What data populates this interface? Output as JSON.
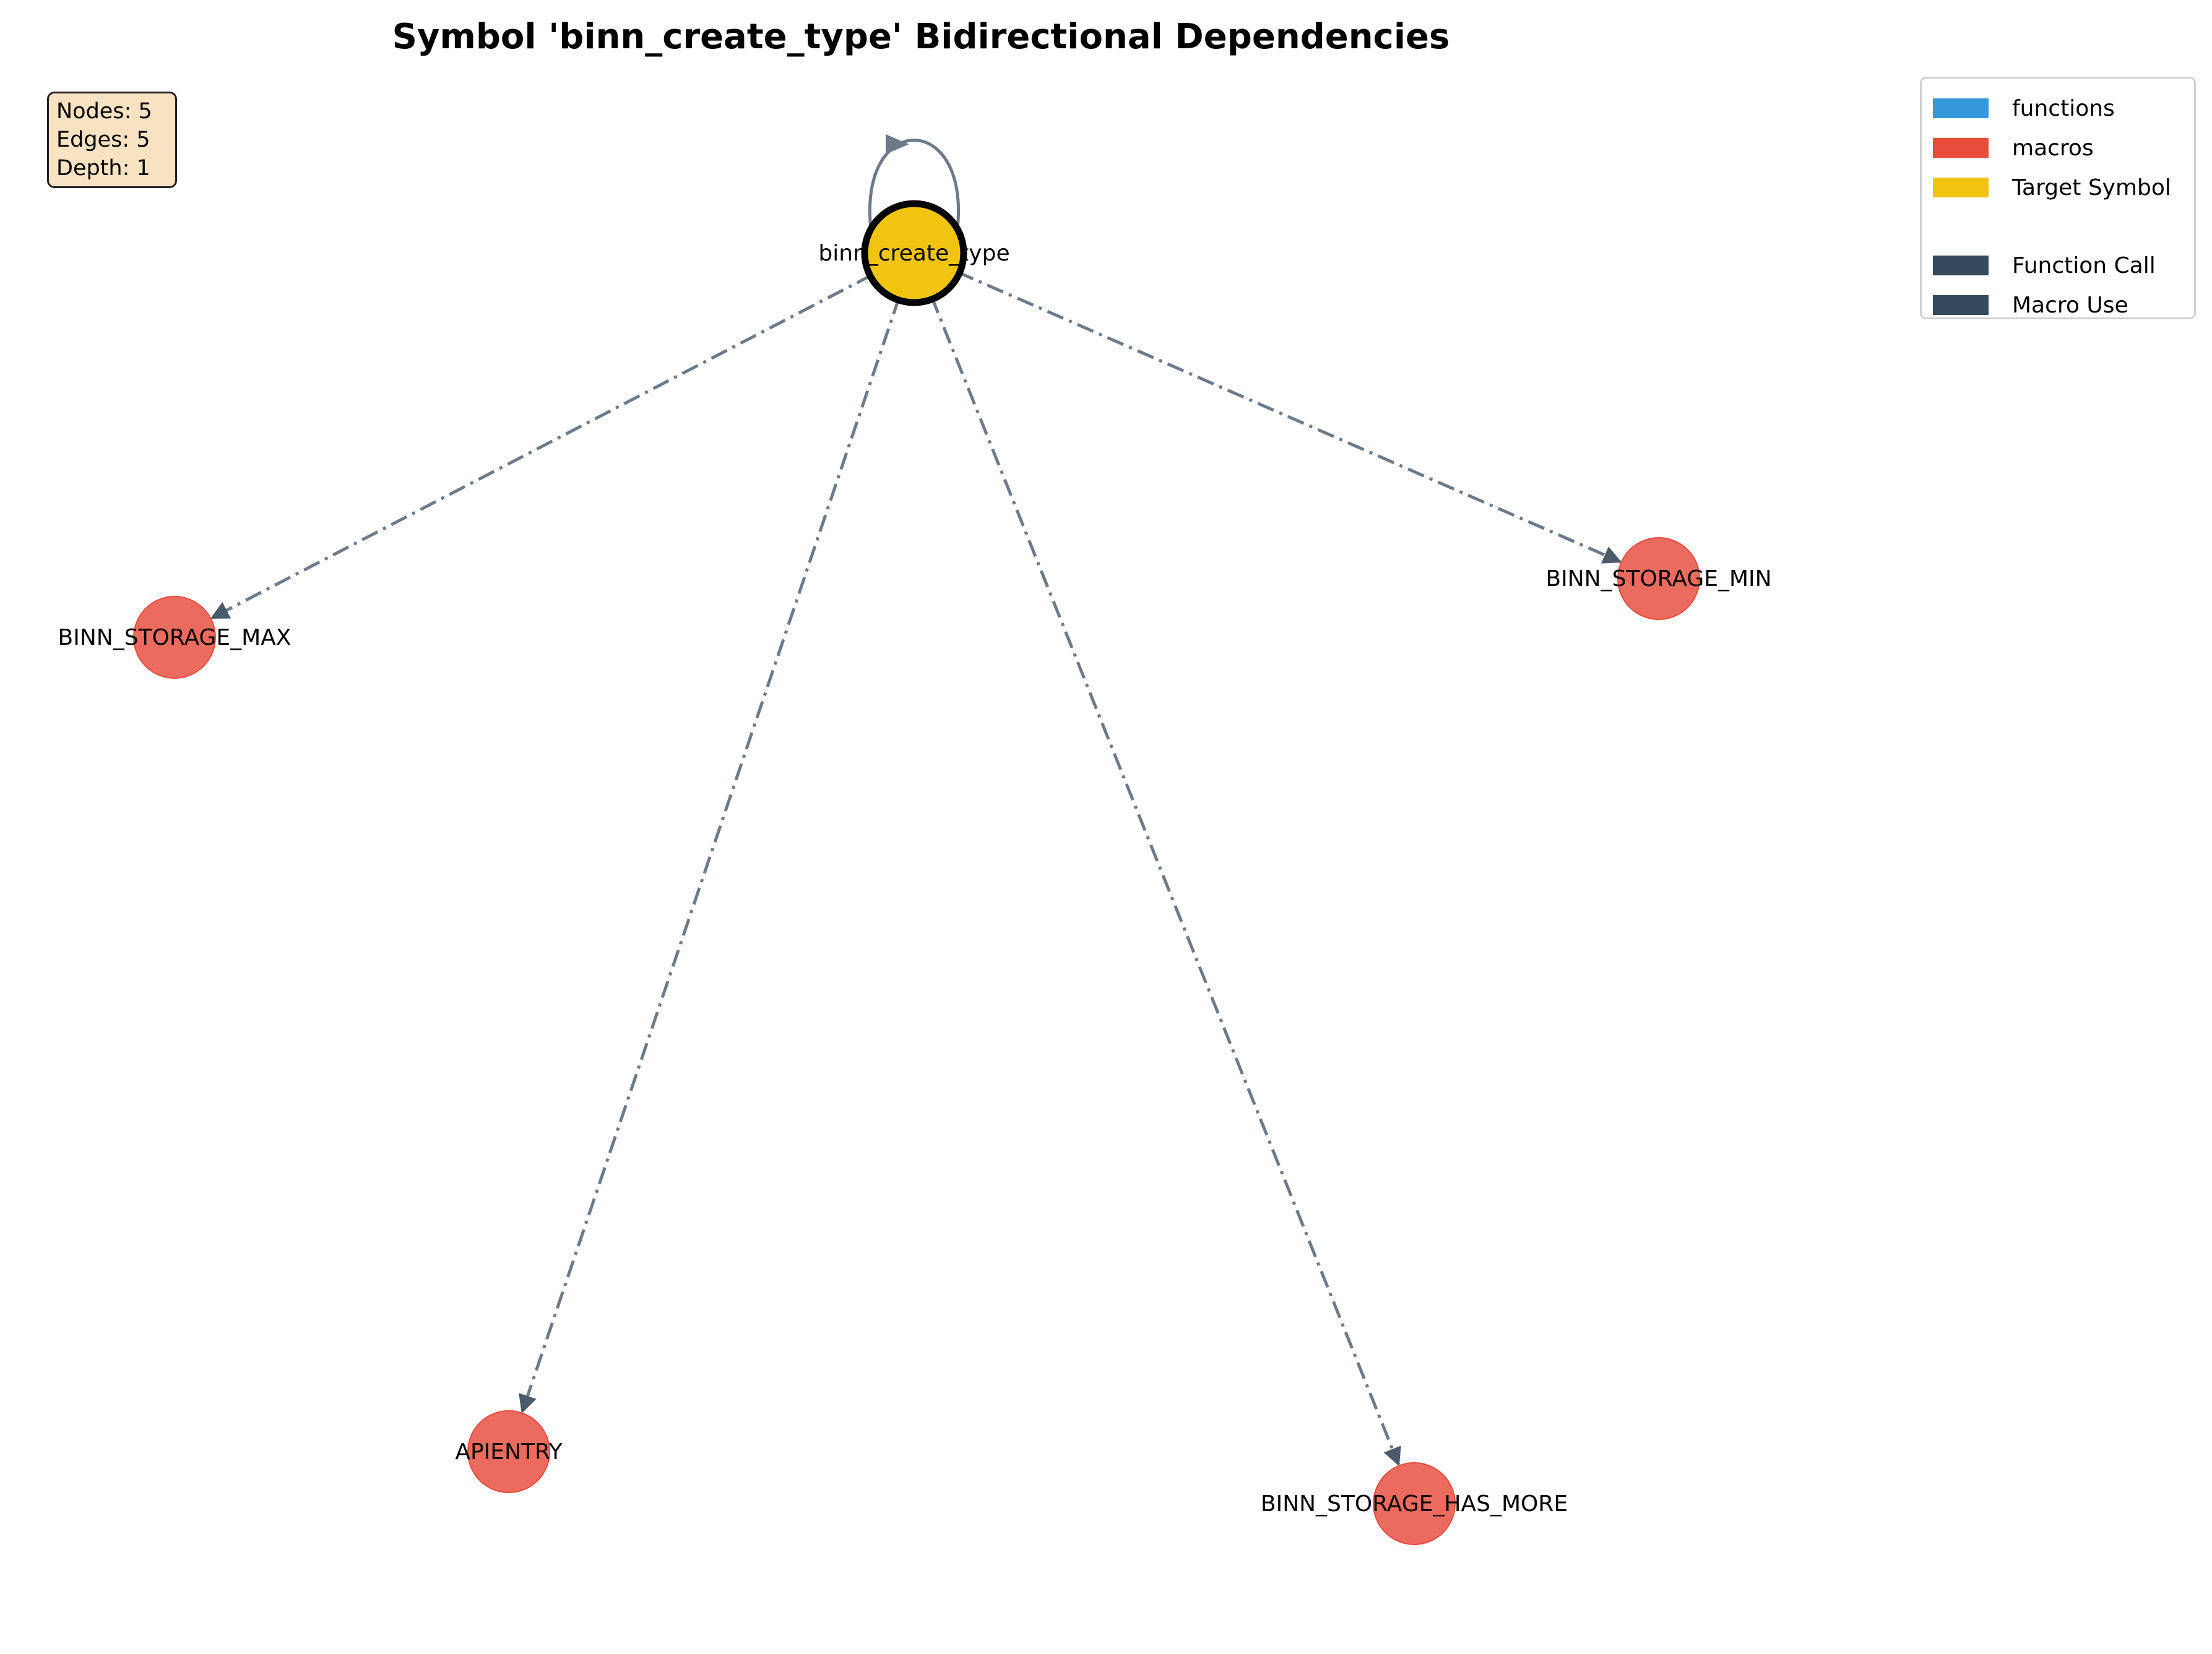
{
  "title": "Symbol 'binn_create_type' Bidirectional Dependencies",
  "stats": {
    "nodes": "Nodes: 5",
    "edges": "Edges: 5",
    "depth": "Depth: 1"
  },
  "legend": {
    "node_types": [
      {
        "label": "functions",
        "color": "#3498db"
      },
      {
        "label": "macros",
        "color": "#e74c3c"
      },
      {
        "label": "Target Symbol",
        "color": "#f1c40f"
      }
    ],
    "edge_types": [
      {
        "label": "Function Call",
        "color": "#34495e"
      },
      {
        "label": "Macro Use",
        "color": "#34495e"
      }
    ]
  },
  "graph": {
    "nodes": [
      {
        "id": "binn_create_type",
        "label": "binn_create_type",
        "kind": "target",
        "color": "#f1c40f"
      },
      {
        "id": "BINN_STORAGE_MAX",
        "label": "BINN_STORAGE_MAX",
        "kind": "macro",
        "color": "#e74c3c"
      },
      {
        "id": "BINN_STORAGE_MIN",
        "label": "BINN_STORAGE_MIN",
        "kind": "macro",
        "color": "#e74c3c"
      },
      {
        "id": "APIENTRY",
        "label": "APIENTRY",
        "kind": "macro",
        "color": "#e74c3c"
      },
      {
        "id": "BINN_STORAGE_HAS_MORE",
        "label": "BINN_STORAGE_HAS_MORE",
        "kind": "macro",
        "color": "#e74c3c"
      }
    ],
    "edges": [
      {
        "from": "binn_create_type",
        "to": "binn_create_type"
      },
      {
        "from": "binn_create_type",
        "to": "BINN_STORAGE_MAX"
      },
      {
        "from": "binn_create_type",
        "to": "BINN_STORAGE_MIN"
      },
      {
        "from": "binn_create_type",
        "to": "APIENTRY"
      },
      {
        "from": "binn_create_type",
        "to": "BINN_STORAGE_HAS_MORE"
      }
    ]
  }
}
